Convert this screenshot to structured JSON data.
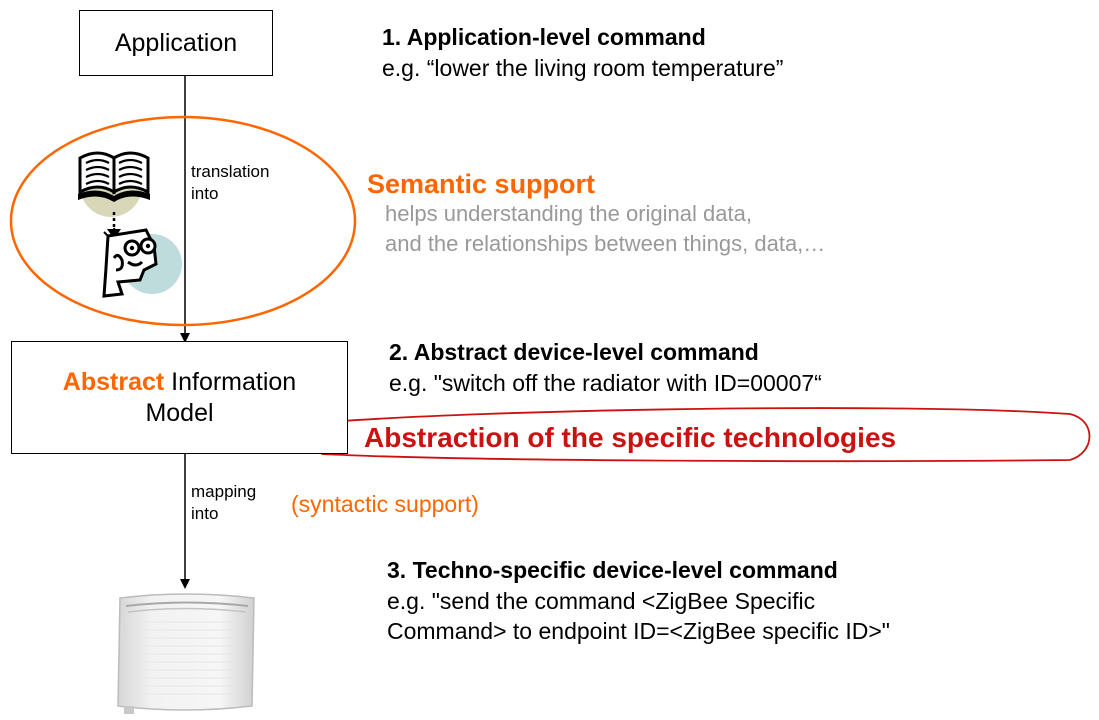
{
  "nodes": {
    "application": "Application",
    "model_highlight": "Abstract",
    "model_line1_rest": " Information",
    "model_line2": "Model"
  },
  "edges": {
    "translation_line1": "translation",
    "translation_line2": "into",
    "mapping_line1": "mapping",
    "mapping_line2": "into"
  },
  "semantic": {
    "title": "Semantic support",
    "desc_line1": "helps understanding the original data,",
    "desc_line2": "and the relationships between things, data,…"
  },
  "commands": [
    {
      "title": "1. Application-level command",
      "lines": [
        "e.g. “lower the living room temperature”"
      ]
    },
    {
      "title": "2. Abstract device-level command",
      "lines": [
        "e.g. \"switch off the radiator with ID=00007“"
      ]
    },
    {
      "title": "3. Techno-specific device-level command",
      "lines": [
        "e.g. \"send the command <ZigBee Specific",
        "Command> to endpoint ID=<ZigBee specific ID>\""
      ]
    }
  ],
  "callouts": {
    "abstraction": "Abstraction of the specific technologies",
    "syntactic": "(syntactic support)"
  },
  "colors": {
    "accent_orange": "#ff6600",
    "callout_red": "#cc1111",
    "muted_gray": "#999999"
  },
  "icons": [
    "book-icon",
    "thinking-face-icon",
    "radiator-icon"
  ]
}
